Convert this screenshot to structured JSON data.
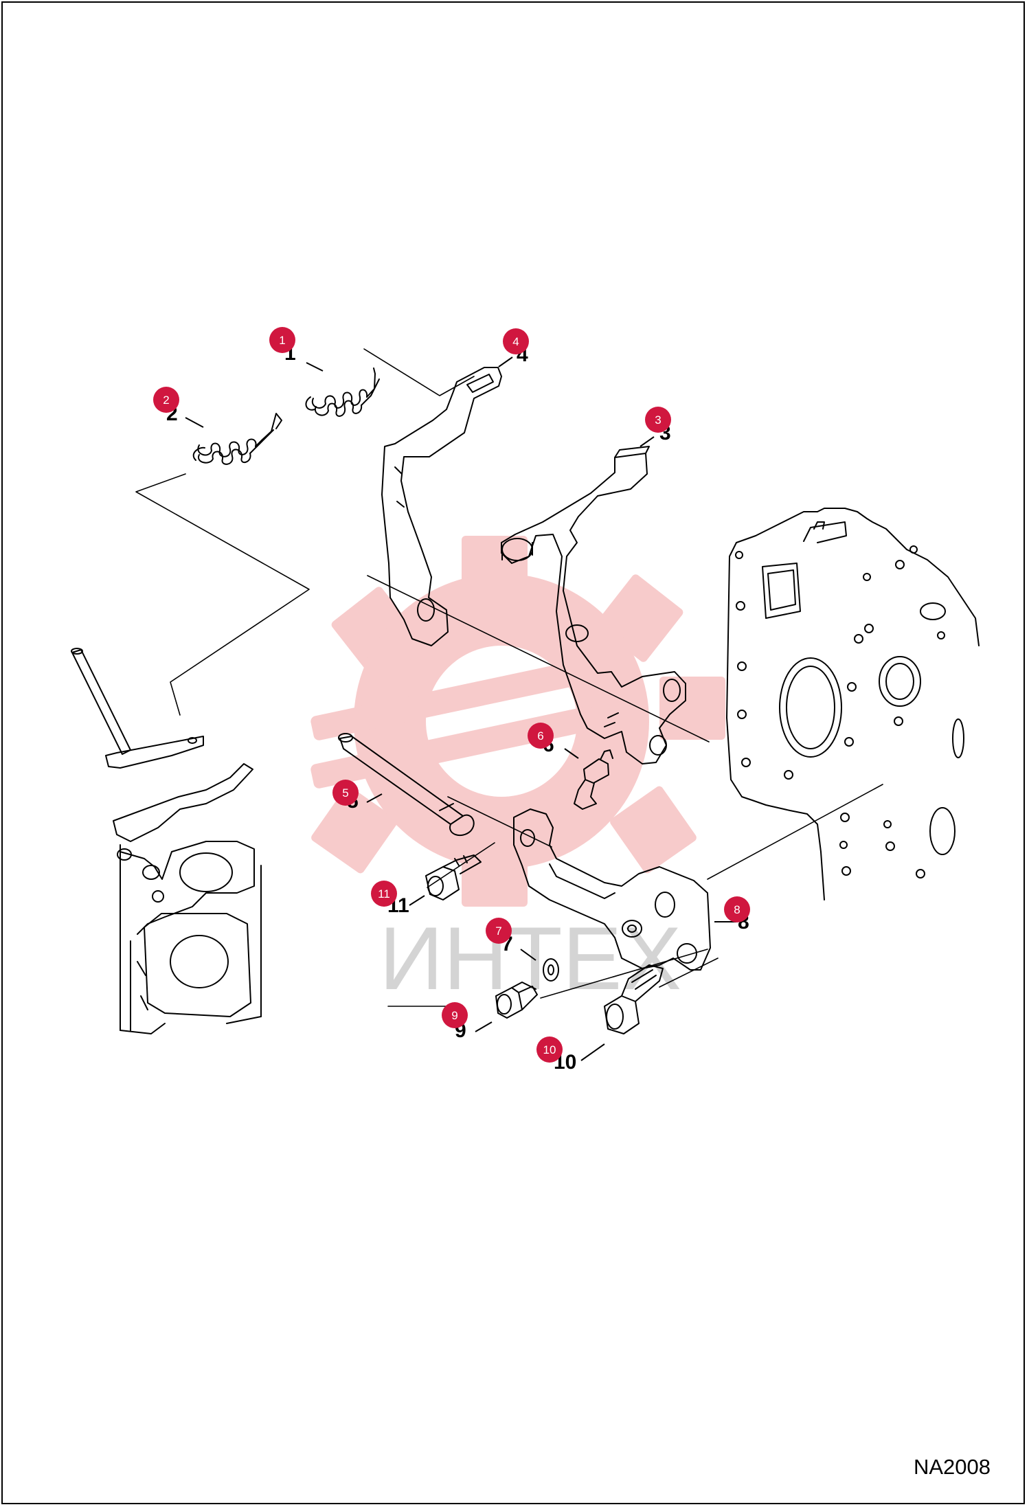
{
  "drawing_code": "NA2008",
  "watermark": {
    "text": "ИНТЕХ",
    "color": "#f7c6c6"
  },
  "callout_color": "#d0173f",
  "callouts": [
    {
      "num": "1",
      "label": "1"
    },
    {
      "num": "2",
      "label": "2"
    },
    {
      "num": "3",
      "label": "3"
    },
    {
      "num": "4",
      "label": "4"
    },
    {
      "num": "5",
      "label": "5"
    },
    {
      "num": "6",
      "label": "6"
    },
    {
      "num": "7",
      "label": "7"
    },
    {
      "num": "8",
      "label": "8"
    },
    {
      "num": "9",
      "label": "9"
    },
    {
      "num": "10",
      "label": "10"
    },
    {
      "num": "11",
      "label": "11"
    }
  ]
}
